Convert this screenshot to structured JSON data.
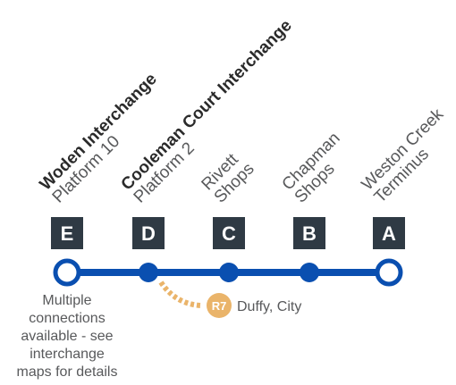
{
  "colors": {
    "line": "#0a4fb0",
    "box": "#2f3a44",
    "connector": "#eab46a",
    "text": "#58595b",
    "bold_text": "#2b2b2b"
  },
  "stops": [
    {
      "letter": "E",
      "interchange": "Woden Interchange",
      "name_lines": [
        "Platform 10"
      ],
      "marker": "terminus-ring"
    },
    {
      "letter": "D",
      "interchange": "Cooleman Court Interchange",
      "name_lines": [
        "Platform 2"
      ],
      "marker": "dot"
    },
    {
      "letter": "C",
      "interchange": "",
      "name_lines": [
        "Rivett",
        "Shops"
      ],
      "marker": "dot"
    },
    {
      "letter": "B",
      "interchange": "",
      "name_lines": [
        "Chapman",
        "Shops"
      ],
      "marker": "dot"
    },
    {
      "letter": "A",
      "interchange": "",
      "name_lines": [
        "Weston Creek",
        "Terminus"
      ],
      "marker": "terminus-ring"
    }
  ],
  "connection": {
    "route": "R7",
    "destination": "Duffy, City"
  },
  "note_lines": [
    "Multiple",
    "connections",
    "available - see",
    "interchange",
    "maps for details"
  ]
}
